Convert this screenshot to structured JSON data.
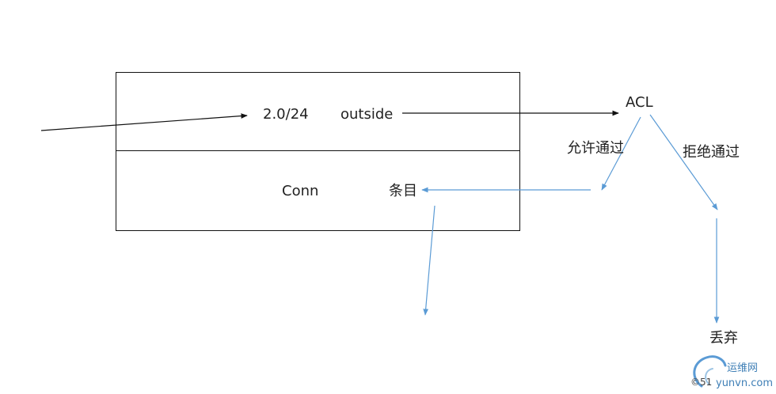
{
  "colors": {
    "black_line": "#111111",
    "blue_line": "#5b9bd5",
    "text": "#222222",
    "watermark_blue": "#3f7fb6"
  },
  "diagram": {
    "top_cell": {
      "subnet": "2.0/24",
      "interface": "outside"
    },
    "bottom_cell": {
      "table": "Conn",
      "entry": "条目"
    },
    "acl": "ACL",
    "allow": "允许通过",
    "deny": "拒绝通过",
    "drop": "丢弃"
  },
  "watermark": {
    "site": "运维网",
    "prefix": "©51",
    "domain": "yunvn.com"
  }
}
